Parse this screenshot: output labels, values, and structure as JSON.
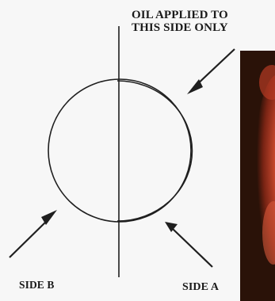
{
  "labels": {
    "oil_note_line1": "OIL APPLIED TO",
    "oil_note_line2": "THIS SIDE ONLY",
    "side_b": "SIDE B",
    "side_a": "SIDE A"
  },
  "colors": {
    "line": "#1f1f1f",
    "photo_dark": "#2a1208",
    "photo_flesh": "#c9482e"
  }
}
